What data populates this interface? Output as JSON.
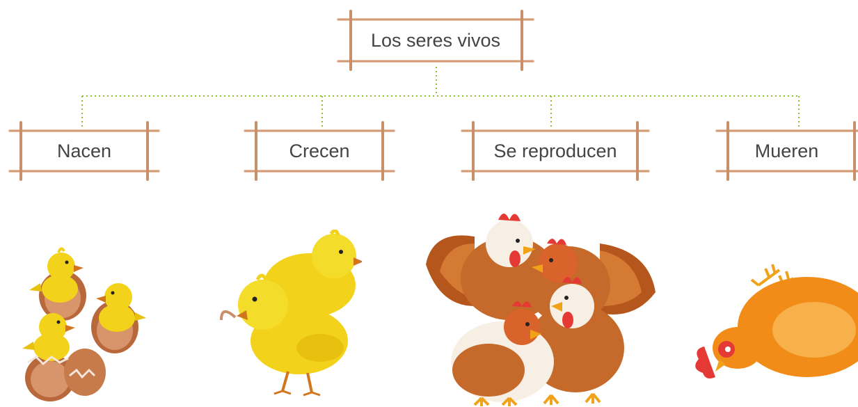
{
  "diagram": {
    "root": {
      "label": "Los seres vivos"
    },
    "stages": [
      {
        "label": "Nacen",
        "illustration": "chicks-hatching-from-eggs"
      },
      {
        "label": "Crecen",
        "illustration": "two-chicks-eating-worm"
      },
      {
        "label": "Se reproducen",
        "illustration": "group-of-hens"
      },
      {
        "label": "Mueren",
        "illustration": "dead-hen"
      }
    ]
  },
  "colors": {
    "frame": "#c98f6a",
    "frame_light": "#e8c3a8",
    "connector": "#8fbf2f",
    "text": "#444444",
    "chick": "#f2d21a",
    "hen": "#c56a2a"
  }
}
